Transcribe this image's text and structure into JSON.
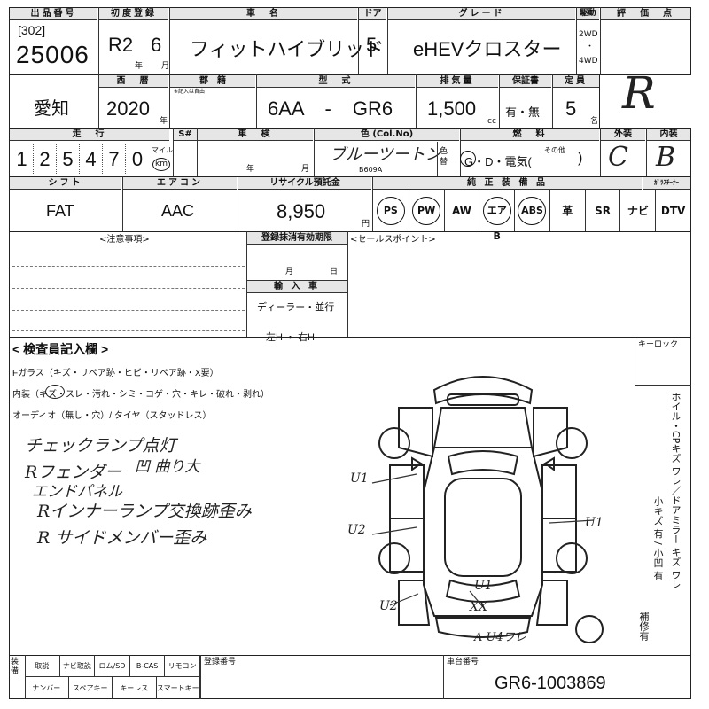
{
  "row1": {
    "lot_header": "出品番号",
    "lot_bracket": "[302]",
    "lot_number": "25006",
    "reg_header": "初度登録",
    "reg_era": "R2",
    "reg_month": "6",
    "nen": "年",
    "tsuki": "月",
    "name_header": "車　名",
    "car_name": "フィットハイブリッド",
    "door_header": "ドア",
    "doors": "5",
    "grade_header": "グレード",
    "grade": "eHEVクロスター",
    "drive_header": "駆動",
    "drive_2wd": "2WD",
    "drive_4wd": "4WD",
    "score_header": "評　価　点",
    "score": "R"
  },
  "row2": {
    "region": "愛知",
    "year_header": "西　暦",
    "year": "2020",
    "nen": "年",
    "model_header": "型　式",
    "model_code": "6AA - GR6",
    "cc_header": "排気量",
    "cc": "1,500",
    "cc_unit": "cc",
    "warranty_header": "保証書",
    "warranty": "有・無",
    "seats_header": "定員",
    "seats": "5",
    "seats_unit": "名"
  },
  "row3": {
    "mileage_header": "走　行",
    "mileage_digits": [
      "1",
      "2",
      "5",
      "4",
      "7",
      "0"
    ],
    "mile_label": "マイル",
    "km_label": "km",
    "sharp_header": "S#",
    "inspection_header": "車　検",
    "nen": "年",
    "tsuki": "月",
    "color_header": "色 (Col.No)",
    "color_name": "ブルーツートン",
    "color_code": "B609A",
    "color_change": "色替",
    "fuel_header": "燃　料",
    "fuel_options": "G・D・電気(",
    "fuel_other": "その他",
    "fuel_close": ")",
    "exterior_header": "外装",
    "exterior": "C",
    "interior_header": "内装",
    "interior": "B"
  },
  "row4": {
    "shift_header": "シフト",
    "shift": "FAT",
    "aircon_header": "エアコン",
    "aircon": "AAC",
    "recycle_header": "リサイクル預託金",
    "recycle": "8,950",
    "recycle_unit": "円",
    "equipment_header": "純 正 装 備 品",
    "equipment": [
      "PS",
      "PW",
      "AW",
      "エアB",
      "ABS",
      "革",
      "SR",
      "ナビ",
      "DTV"
    ],
    "equipment_circled": [
      "PS",
      "PW",
      "エアB",
      "ABS"
    ],
    "radio_header": "ｶﾞﾗｽﾁｰﾅｰ"
  },
  "row5": {
    "notes_header": "<注意事項>",
    "deregistration_header": "登録抹消有効期限",
    "month": "月",
    "day": "日",
    "import_header": "輸 入 車",
    "import_type": "ディーラー・並行",
    "handle": "左H ・ 右H",
    "sales_header": "<セールスポイント>"
  },
  "inspector": {
    "header": "< 検査員記入欄 >",
    "line1": "Fガラス（キズ・リペア跡・ヒビ・リペア跡・X要）",
    "line1_mark": "X 要",
    "line2": "内装（キズ・スレ・汚れ・シミ・コゲ・穴・キレ・破れ・剥れ）",
    "line3": "オーディオ（無し・穴）/ タイヤ（スタッドレス）",
    "notes": [
      "チェックランプ点灯",
      "Rフェンダー",
      "エンドパネル",
      "Rインナーランプ交換跡歪み",
      "R サイドメンバー歪み"
    ],
    "note_side": "凹 曲り大"
  },
  "diagram": {
    "keylock_header": "キーロック",
    "marks": [
      "U1",
      "U2",
      "U1",
      "U1",
      "U2",
      "XX"
    ],
    "bottom_note": "A U4ワレ",
    "side_legend": "ホイル・CPキズ ワレ／ドアミラー キズ ワレ",
    "side_legend2": "小キズ 有 / 小凹 有",
    "side_legend3": "補修有"
  },
  "footer": {
    "items_header": "装備",
    "row_a": [
      "取説",
      "ナビ取説",
      "ロム/SD",
      "B-CAS",
      "リモコン"
    ],
    "row_b": [
      "ナンバー",
      "スペアキー",
      "キーレス",
      "スマートキー"
    ],
    "registration_header": "登録番号",
    "chassis_header": "車台番号",
    "chassis_number": "GR6-1003869"
  }
}
